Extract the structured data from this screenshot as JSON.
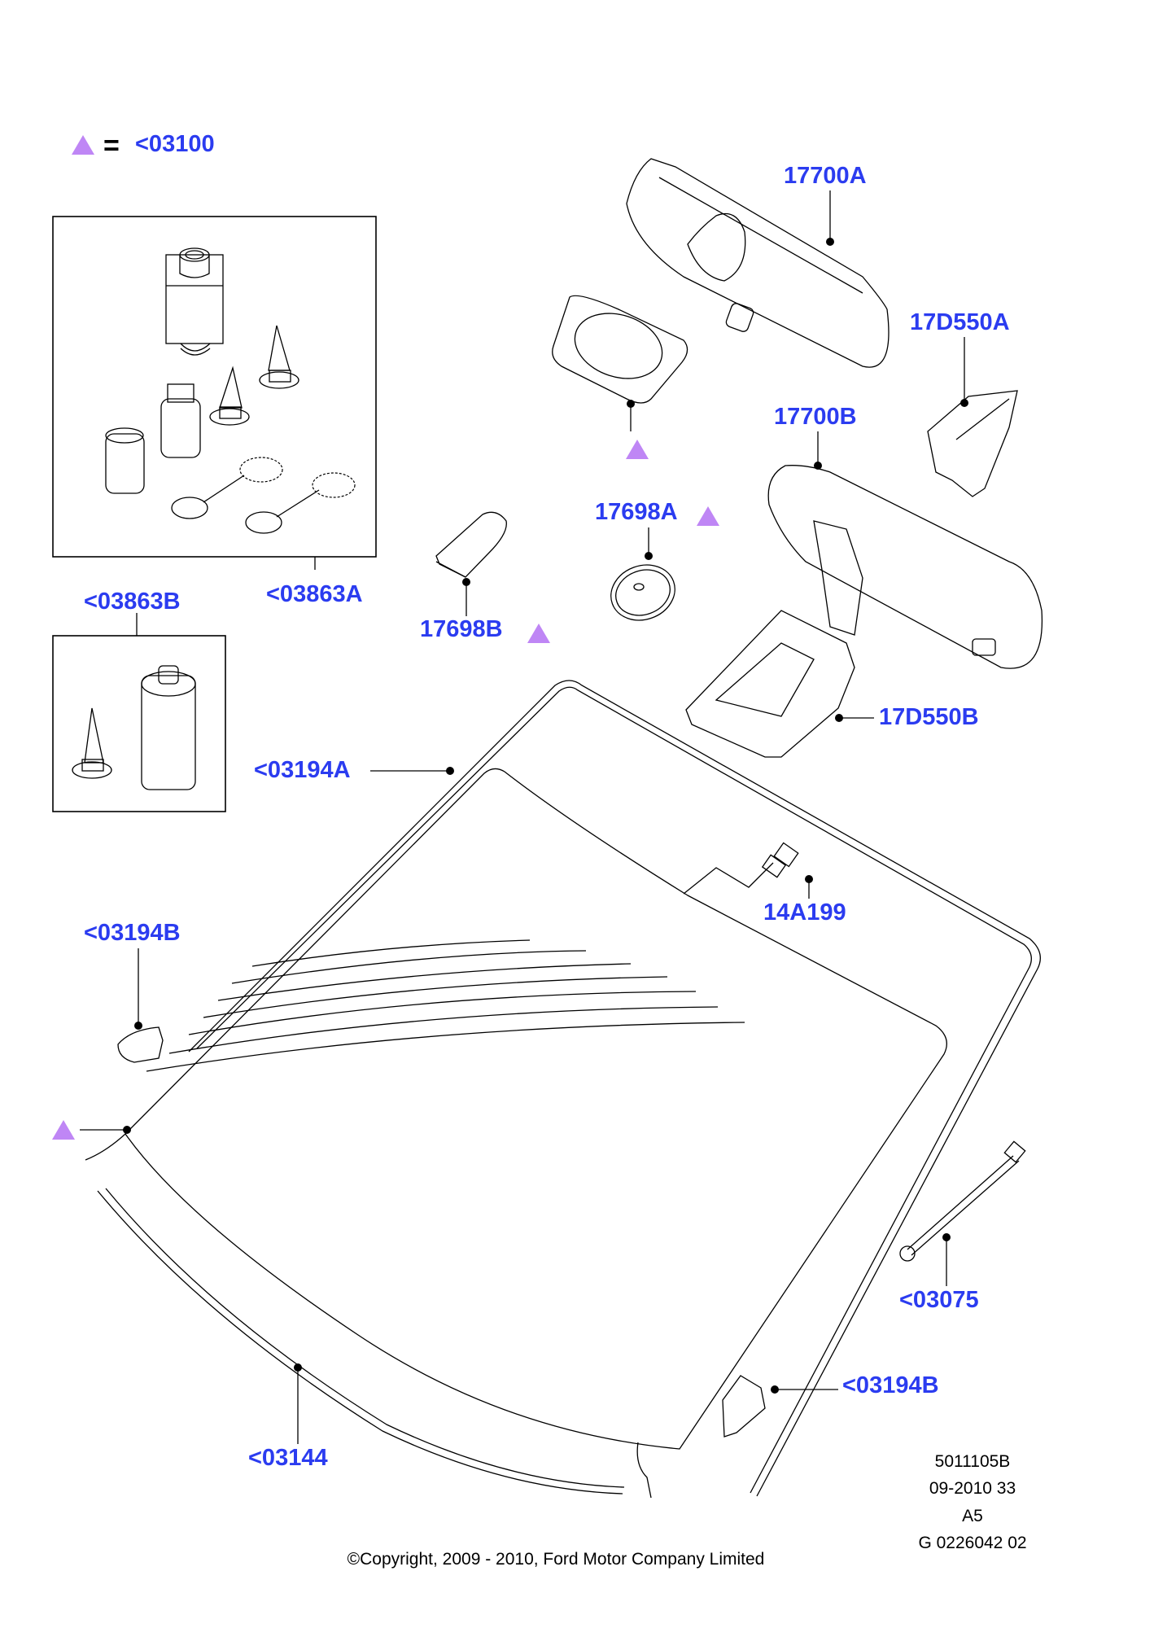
{
  "legend": {
    "symbol": "purple-triangle",
    "equals": "=",
    "code": "<03100",
    "symbol_color": "#bf86f5",
    "label_color": "#2b3cf0"
  },
  "callouts": {
    "c17700a": "17700A",
    "c17d550a": "17D550A",
    "c17700b": "17700B",
    "c17698a": "17698A",
    "c17698b": "17698B",
    "c03863a": "<03863A",
    "c03863b": "<03863B",
    "c03194a": "<03194A",
    "c17d550b": "17D550B",
    "c14a199": "14A199",
    "c03194b_left": "<03194B",
    "c03075": "<03075",
    "c03194b_right": "<03194B",
    "c03144": "<03144"
  },
  "triangle_markers": [
    "mirror-mount-base",
    "17698A",
    "17698B",
    "windshield-left-corner"
  ],
  "drawing_info": {
    "ref": "5011105B",
    "date": "09-2010 33",
    "size": "A5",
    "code": "G 0226042 02"
  },
  "copyright": "©Copyright, 2009 - 2010, Ford Motor Company Limited"
}
